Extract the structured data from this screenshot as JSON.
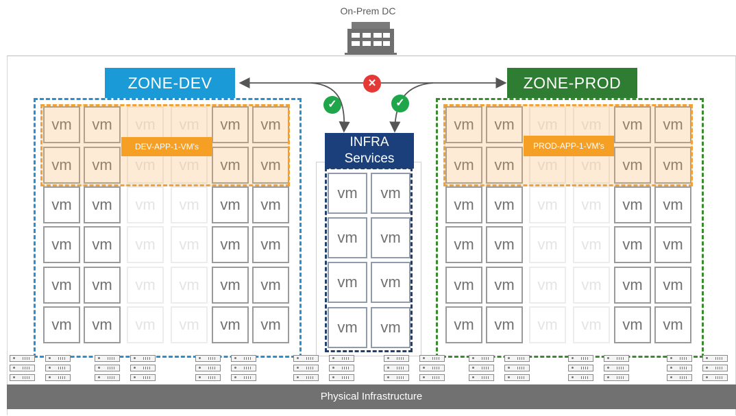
{
  "datacenter": {
    "title": "On-Prem DC",
    "icon": "building-icon"
  },
  "zones": {
    "dev": {
      "label": "ZONE-DEV",
      "color": "#1a9ad6",
      "app_group_label": "DEV-APP-1-VM's"
    },
    "prod": {
      "label": "ZONE-PROD",
      "color": "#2f7d32",
      "app_group_label": "PROD-APP-1-VM's"
    }
  },
  "infra": {
    "line1": "INFRA",
    "line2": "Services",
    "color": "#1b3f7a"
  },
  "vm_label": "vm",
  "connections": {
    "dev_prod": "blocked",
    "dev_infra": "allowed",
    "prod_infra": "allowed",
    "icons": {
      "allowed": "check-circle-icon",
      "blocked": "x-circle-icon"
    }
  },
  "physical": {
    "label": "Physical Infrastructure"
  }
}
